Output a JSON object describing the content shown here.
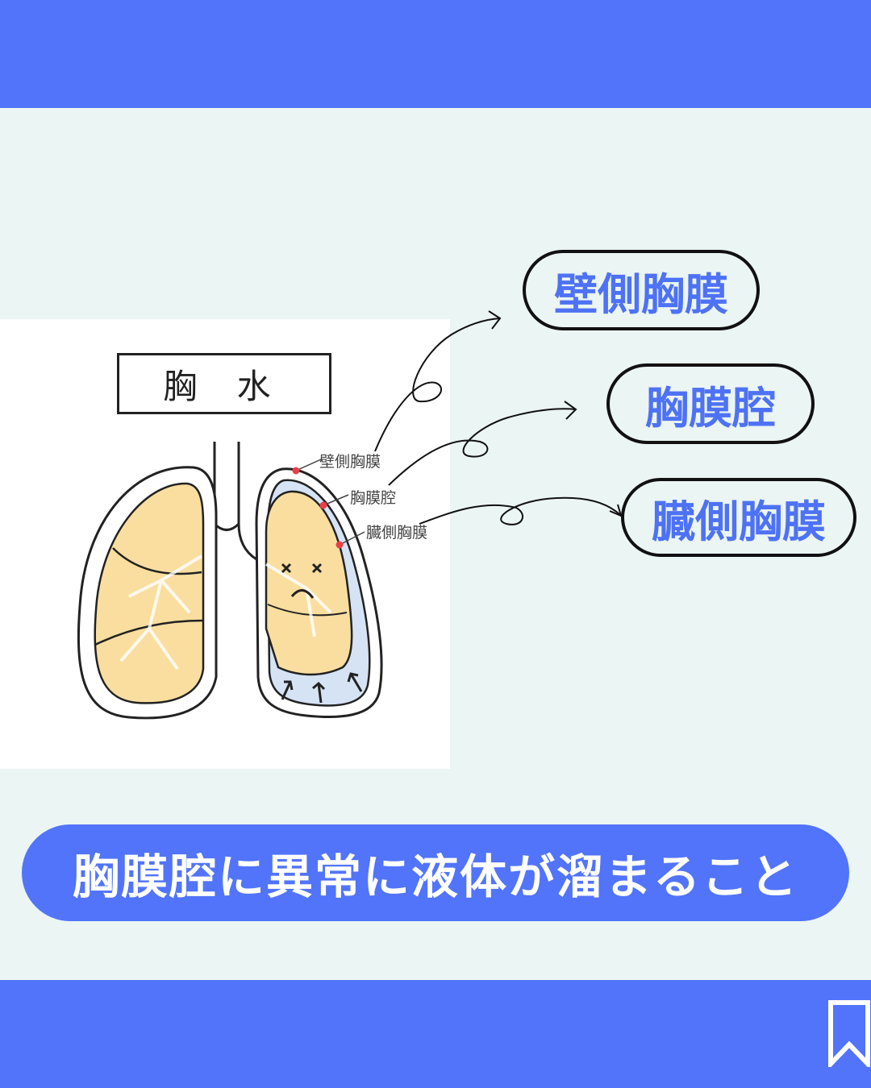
{
  "diagram": {
    "title": "胸 水",
    "small_labels": [
      "壁側胸膜",
      "胸膜腔",
      "臓側胸膜"
    ]
  },
  "callouts": [
    "壁側胸膜",
    "胸膜腔",
    "臓側胸膜"
  ],
  "caption": "胸膜腔に異常に液体が溜まること",
  "colors": {
    "brand_blue": "#5274fa",
    "background": "#ebf5f3",
    "lung_fill": "#f9dea0",
    "pleural_fluid": "#d5e3f5",
    "marker_red": "#e8404a"
  },
  "icons": [
    "bookmark-icon"
  ]
}
